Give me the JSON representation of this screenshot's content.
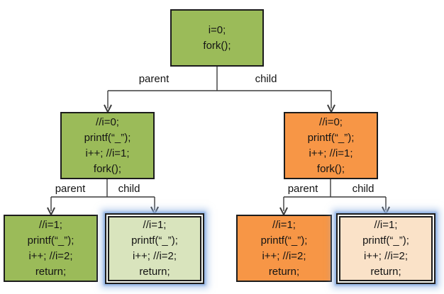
{
  "colors": {
    "parent_fill": "#9bbb59",
    "parent_fill_light": "#d9e4bd",
    "child_fill": "#f79646",
    "child_fill_light": "#fae2c8",
    "box_border": "#1c1c1c",
    "connector": "#3c3c3c",
    "highlight_glow": "#89ade0",
    "text": "#141414",
    "background": "#ffffff"
  },
  "edge_labels": {
    "parent": "parent",
    "child": "child"
  },
  "nodes": {
    "root": {
      "lines": [
        "i=0;",
        "fork();"
      ]
    },
    "level1_parent": {
      "lines": [
        "//i=0;",
        "printf(“_”);",
        "i++; //i=1;",
        "fork();"
      ]
    },
    "level1_child": {
      "lines": [
        "//i=0;",
        "printf(“_”);",
        "i++; //i=1;",
        "fork();"
      ]
    },
    "leaf_parent_parent": {
      "lines": [
        "//i=1;",
        "printf(“_”);",
        "i++; //i=2;",
        "return;"
      ]
    },
    "leaf_parent_child": {
      "lines": [
        "//i=1;",
        "printf(“_”);",
        "i++; //i=2;",
        "return;"
      ]
    },
    "leaf_child_parent": {
      "lines": [
        "//i=1;",
        "printf(“_”);",
        "i++; //i=2;",
        "return;"
      ]
    },
    "leaf_child_child": {
      "lines": [
        "//i=1;",
        "printf(“_”);",
        "i++; //i=2;",
        "return;"
      ]
    }
  }
}
